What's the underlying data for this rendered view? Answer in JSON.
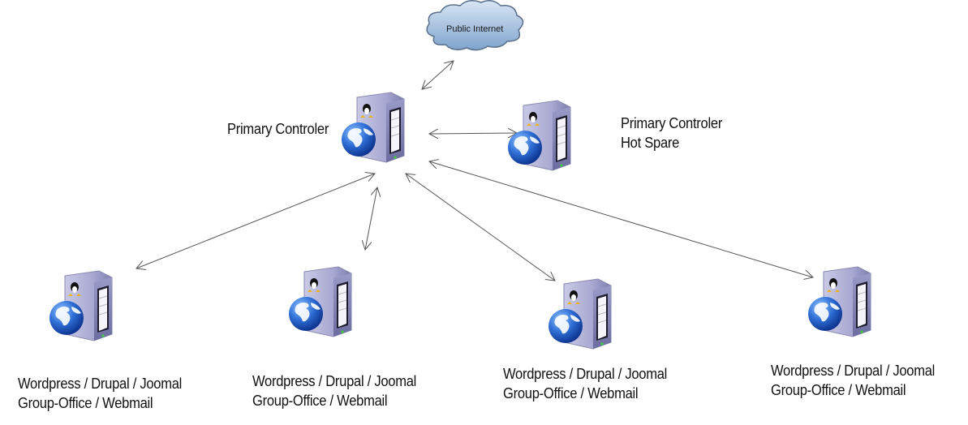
{
  "diagram": {
    "cloud": {
      "label": "Public Internet",
      "icon": "cloud-icon"
    },
    "primary": {
      "label": "Primary Controler",
      "icon": "linux-web-server-icon"
    },
    "spare": {
      "line1": "Primary Controler",
      "line2": "Hot Spare",
      "icon": "linux-web-server-icon"
    },
    "workers": [
      {
        "line1": "Wordpress / Drupal / Joomal",
        "line2": "Group-Office / Webmail",
        "icon": "linux-web-server-icon"
      },
      {
        "line1": "Wordpress / Drupal / Joomal",
        "line2": "Group-Office / Webmail",
        "icon": "linux-web-server-icon"
      },
      {
        "line1": "Wordpress / Drupal / Joomal",
        "line2": "Group-Office / Webmail",
        "icon": "linux-web-server-icon"
      },
      {
        "line1": "Wordpress / Drupal / Joomal",
        "line2": "Group-Office / Webmail",
        "icon": "linux-web-server-icon"
      }
    ],
    "connections": [
      {
        "from": "primary",
        "to": "cloud",
        "type": "bidirectional"
      },
      {
        "from": "primary",
        "to": "spare",
        "type": "bidirectional"
      },
      {
        "from": "primary",
        "to": "worker-1",
        "type": "bidirectional"
      },
      {
        "from": "primary",
        "to": "worker-2",
        "type": "bidirectional"
      },
      {
        "from": "primary",
        "to": "worker-3",
        "type": "bidirectional"
      },
      {
        "from": "primary",
        "to": "worker-4",
        "type": "bidirectional"
      }
    ]
  }
}
